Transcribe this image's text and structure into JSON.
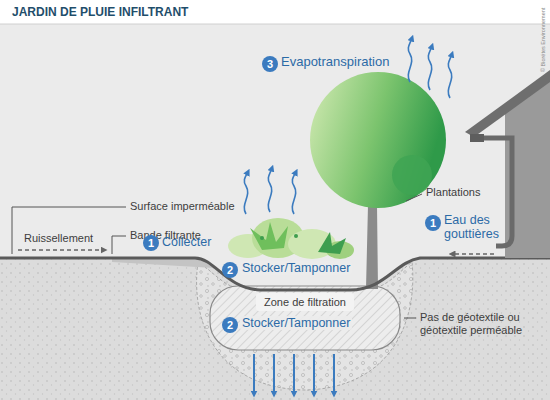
{
  "diagram": {
    "title": "JARDIN DE PLUIE INFILTRANT",
    "nodes": [
      {
        "text": [
          "Zone de filtration"
        ]
      }
    ],
    "labels": [
      "Surface imperméable",
      "Bande filtrante",
      "Ruissellement",
      "1",
      "Collecter",
      "2",
      "Stocker/Tamponner",
      "3",
      "Evapotranspiration",
      "Plantations",
      "1",
      "Eau des gouttières",
      "2",
      "Stocker/Tamponner",
      "Pas de géotextile ou géotextile perméable",
      "© Biorétes Environnement"
    ]
  }
}
